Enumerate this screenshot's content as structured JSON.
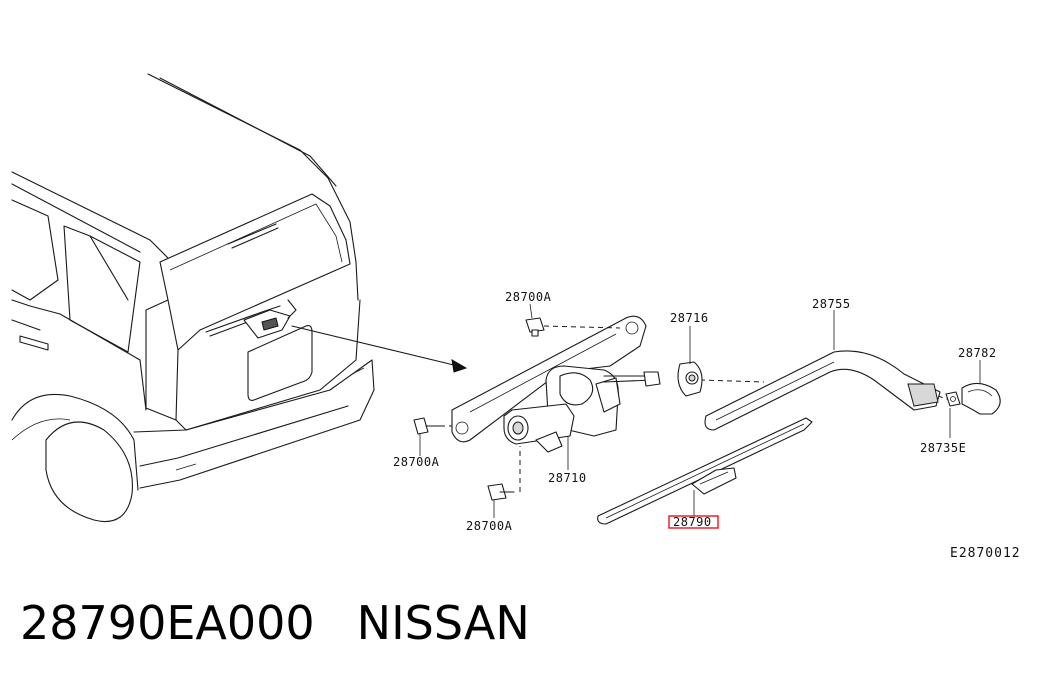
{
  "diagram": {
    "callouts": {
      "bolt_top": "28700A",
      "bolt_left": "28700A",
      "bolt_bottom": "28700A",
      "motor": "28710",
      "nut": "28716",
      "arm": "28755",
      "cap": "28782",
      "arm_nut": "28735E",
      "blade": "28790"
    },
    "highlight_color": "#e8232a",
    "reference_code": "E2870012"
  },
  "caption": {
    "part_number": "28790EA000",
    "brand": "NISSAN"
  }
}
